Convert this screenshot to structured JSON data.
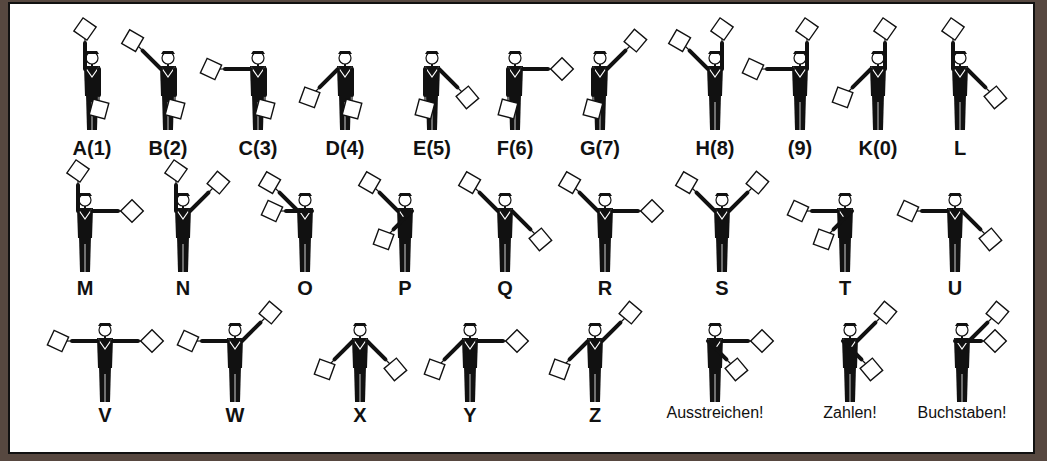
{
  "diagram": {
    "labels": [
      "A(1)",
      "B(2)",
      "C(3)",
      "D(4)",
      "E(5)",
      "F(6)",
      "G(7)",
      "H(8)",
      "(9)",
      "K(0)",
      "L",
      "M",
      "N",
      "O",
      "P",
      "Q",
      "R",
      "S",
      "T",
      "U",
      "V",
      "W",
      "X",
      "Y",
      "Z",
      "Ausstreichen!",
      "Zahlen!",
      "Buchstaben!"
    ]
  }
}
